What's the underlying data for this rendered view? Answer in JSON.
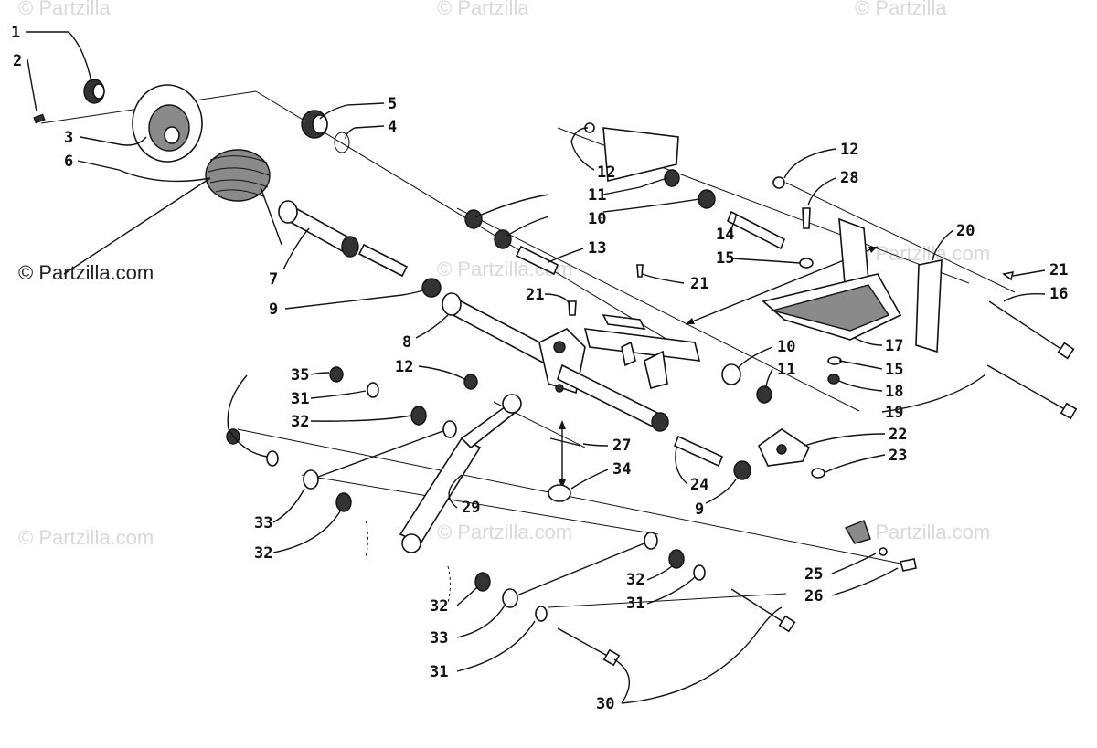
{
  "watermarks": {
    "top": [
      "© Partzilla",
      "© Partzilla",
      "© Partzilla"
    ],
    "faint": [
      "© Partzilla.com",
      "© Partzilla.com",
      "© Partzilla.com",
      "© Partzilla.com",
      "© Partzilla.com"
    ],
    "main": "© Partzilla.com"
  },
  "callouts": [
    {
      "id": "c1",
      "label": "1"
    },
    {
      "id": "c2",
      "label": "2"
    },
    {
      "id": "c3",
      "label": "3"
    },
    {
      "id": "c6",
      "label": "6"
    },
    {
      "id": "c5",
      "label": "5"
    },
    {
      "id": "c4",
      "label": "4"
    },
    {
      "id": "c7",
      "label": "7"
    },
    {
      "id": "c9a",
      "label": "9"
    },
    {
      "id": "c8",
      "label": "8"
    },
    {
      "id": "c12a",
      "label": "12"
    },
    {
      "id": "c11a",
      "label": "11"
    },
    {
      "id": "c10a",
      "label": "10"
    },
    {
      "id": "c13",
      "label": "13"
    },
    {
      "id": "c14",
      "label": "14"
    },
    {
      "id": "c15a",
      "label": "15"
    },
    {
      "id": "c21a",
      "label": "21"
    },
    {
      "id": "c21b",
      "label": "21"
    },
    {
      "id": "c12b",
      "label": "12"
    },
    {
      "id": "c28",
      "label": "28"
    },
    {
      "id": "c20",
      "label": "20"
    },
    {
      "id": "c21c",
      "label": "21"
    },
    {
      "id": "c16",
      "label": "16"
    },
    {
      "id": "c17",
      "label": "17"
    },
    {
      "id": "c15b",
      "label": "15"
    },
    {
      "id": "c18",
      "label": "18"
    },
    {
      "id": "c19",
      "label": "19"
    },
    {
      "id": "c10b",
      "label": "10"
    },
    {
      "id": "c11b",
      "label": "11"
    },
    {
      "id": "c12c",
      "label": "12"
    },
    {
      "id": "c35",
      "label": "35"
    },
    {
      "id": "c31a",
      "label": "31"
    },
    {
      "id": "c32a",
      "label": "32"
    },
    {
      "id": "c27",
      "label": "27"
    },
    {
      "id": "c34",
      "label": "34"
    },
    {
      "id": "c22",
      "label": "22"
    },
    {
      "id": "c23",
      "label": "23"
    },
    {
      "id": "c24",
      "label": "24"
    },
    {
      "id": "c9b",
      "label": "9"
    },
    {
      "id": "c29",
      "label": "29"
    },
    {
      "id": "c33a",
      "label": "33"
    },
    {
      "id": "c32b",
      "label": "32"
    },
    {
      "id": "c25",
      "label": "25"
    },
    {
      "id": "c26",
      "label": "26"
    },
    {
      "id": "c32c",
      "label": "32"
    },
    {
      "id": "c31b",
      "label": "31"
    },
    {
      "id": "c32d",
      "label": "32"
    },
    {
      "id": "c33b",
      "label": "33"
    },
    {
      "id": "c31c",
      "label": "31"
    },
    {
      "id": "c30",
      "label": "30"
    }
  ]
}
